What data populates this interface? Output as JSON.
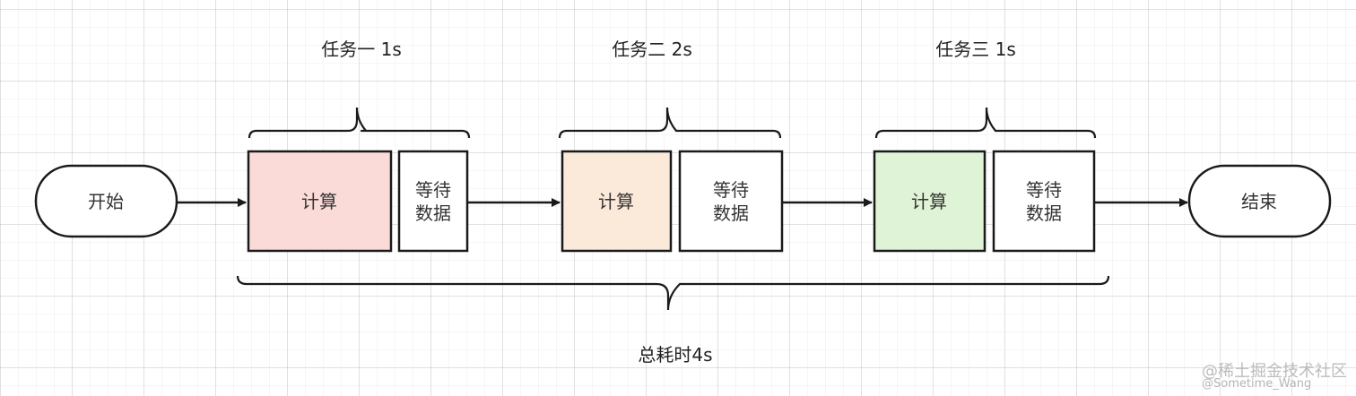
{
  "diagram": {
    "start_label": "开始",
    "end_label": "结束",
    "tasks": [
      {
        "title": "任务一 1s",
        "compute_label": "计算",
        "wait_line1": "等待",
        "wait_line2": "数据",
        "fill": "#fadbd8"
      },
      {
        "title": "任务二 2s",
        "compute_label": "计算",
        "wait_line1": "等待",
        "wait_line2": "数据",
        "fill": "#fbe9d9"
      },
      {
        "title": "任务三 1s",
        "compute_label": "计算",
        "wait_line1": "等待",
        "wait_line2": "数据",
        "fill": "#dff3d6"
      }
    ],
    "total_label": "总耗时4s",
    "watermark_main": "@稀土掘金技术社区",
    "watermark_sub": "@Sometime_Wang"
  },
  "colors": {
    "stroke": "#1a1a1a",
    "text": "#333333",
    "grid": "#e6e6e6"
  }
}
